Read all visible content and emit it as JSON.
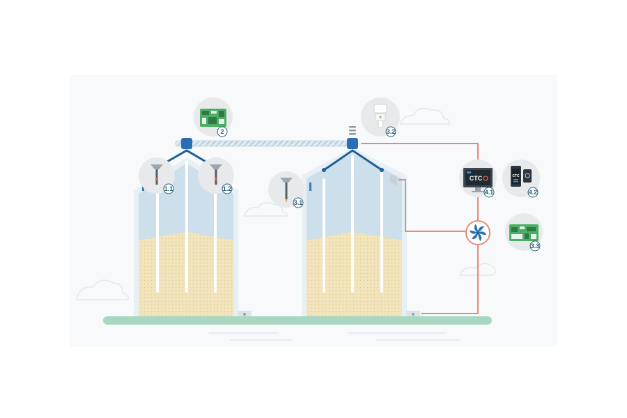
{
  "colors": {
    "background_panel": "#f6f8fa",
    "silo_glass": "#cfe0ea",
    "silo_frame": "#e8f1f6",
    "grain": "#f1e3b8",
    "grain_dots": "#e4cf93",
    "ground": "#a8d8c1",
    "node_blue": "#2a6fb5",
    "dark_blue": "#1f5f95",
    "cable_red": "#e98a75",
    "badge_bg": "#e8e9eb",
    "label_text": "#2d5f78"
  },
  "components": {
    "probe_1_1": {
      "label": "1.1",
      "icon": "probe-sensor-icon"
    },
    "probe_1_2": {
      "label": "1.2",
      "icon": "probe-sensor-icon"
    },
    "hub_2": {
      "label": "2",
      "icon": "circuit-board-icon"
    },
    "probe_3_1": {
      "label": "3.1",
      "icon": "probe-sensor-icon"
    },
    "gateway_3_2": {
      "label": "3.2",
      "icon": "gateway-device-icon"
    },
    "controller_3_3": {
      "label": "3.3",
      "icon": "controller-board-icon"
    },
    "monitor_4_1": {
      "label": "4.1",
      "icon": "desktop-monitor-icon",
      "brand": "CTC"
    },
    "mobile_4_2": {
      "label": "4.2",
      "icon": "phone-tablet-icon",
      "brand": "CTC"
    },
    "fan": {
      "icon": "ventilation-fan-icon"
    }
  }
}
